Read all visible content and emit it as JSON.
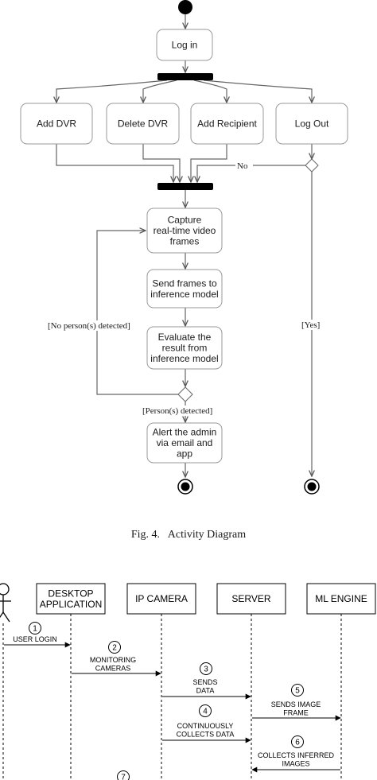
{
  "activity": {
    "nodes": {
      "login": [
        "Log in"
      ],
      "add_dvr": [
        "Add DVR"
      ],
      "delete_dvr": [
        "Delete DVR"
      ],
      "add_recipient": [
        "Add Recipient"
      ],
      "log_out": [
        "Log Out"
      ],
      "capture": [
        "Capture",
        "real-time video",
        "frames"
      ],
      "send": [
        "Send frames to",
        "inference model"
      ],
      "evaluate": [
        "Evaluate the",
        "result from",
        "inference model"
      ],
      "alert": [
        "Alert the admin",
        "via email and",
        "app"
      ]
    },
    "guards": {
      "no": "No",
      "yes": "[Yes]",
      "no_person": "[No person(s) detected]",
      "person": "[Person(s) detected]"
    },
    "caption": "Fig. 4.   Activity Diagram"
  },
  "sequence": {
    "lifelines": [
      [
        "DESKTOP",
        "APPLICATION"
      ],
      [
        "IP CAMERA"
      ],
      [
        "SERVER"
      ],
      [
        "ML ENGINE"
      ]
    ],
    "messages": [
      {
        "num": "1",
        "label": [
          "USER LOGIN"
        ]
      },
      {
        "num": "2",
        "label": [
          "MONITORING",
          "CAMERAS"
        ]
      },
      {
        "num": "3",
        "label": [
          "SENDS",
          "DATA"
        ]
      },
      {
        "num": "4",
        "label": [
          "CONTINUOUSLY",
          "COLLECTS DATA"
        ]
      },
      {
        "num": "5",
        "label": [
          "SENDS IMAGE",
          "FRAME"
        ]
      },
      {
        "num": "6",
        "label": [
          "COLLECTS INFERRED",
          "IMAGES"
        ]
      },
      {
        "num": "7",
        "label": []
      }
    ]
  }
}
